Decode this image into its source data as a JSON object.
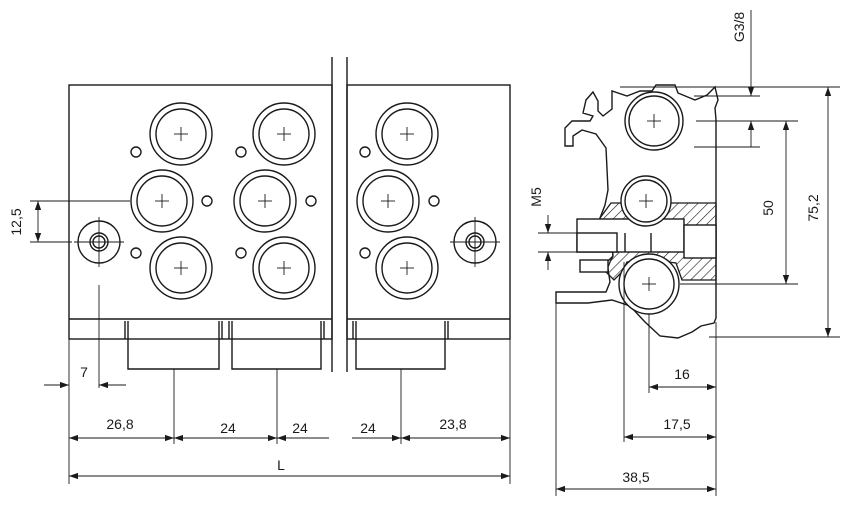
{
  "drawing": {
    "front_view": {
      "dim_12_5": "12,5",
      "dim_7": "7",
      "dim_26_8": "26,8",
      "dim_24_a": "24",
      "dim_24_b": "24",
      "dim_24_c": "24",
      "dim_23_8": "23,8",
      "dim_L": "L"
    },
    "side_view": {
      "thread_g38": "G3/8",
      "thread_m5": "M5",
      "dim_50": "50",
      "dim_75_2": "75,2",
      "dim_16": "16",
      "dim_17_5": "17,5",
      "dim_38_5": "38,5"
    }
  }
}
